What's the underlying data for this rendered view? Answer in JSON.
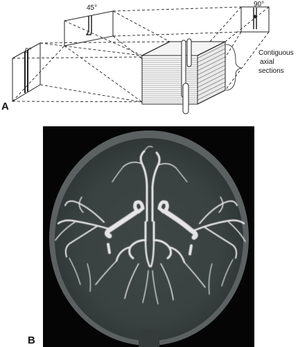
{
  "panel_a": {
    "label": "A",
    "angles": {
      "deg0": "0°",
      "deg45": "45°",
      "deg90": "90°"
    },
    "annotation_lines": [
      "Contiguous",
      "axial",
      "sections"
    ]
  },
  "panel_b": {
    "label": "B"
  }
}
